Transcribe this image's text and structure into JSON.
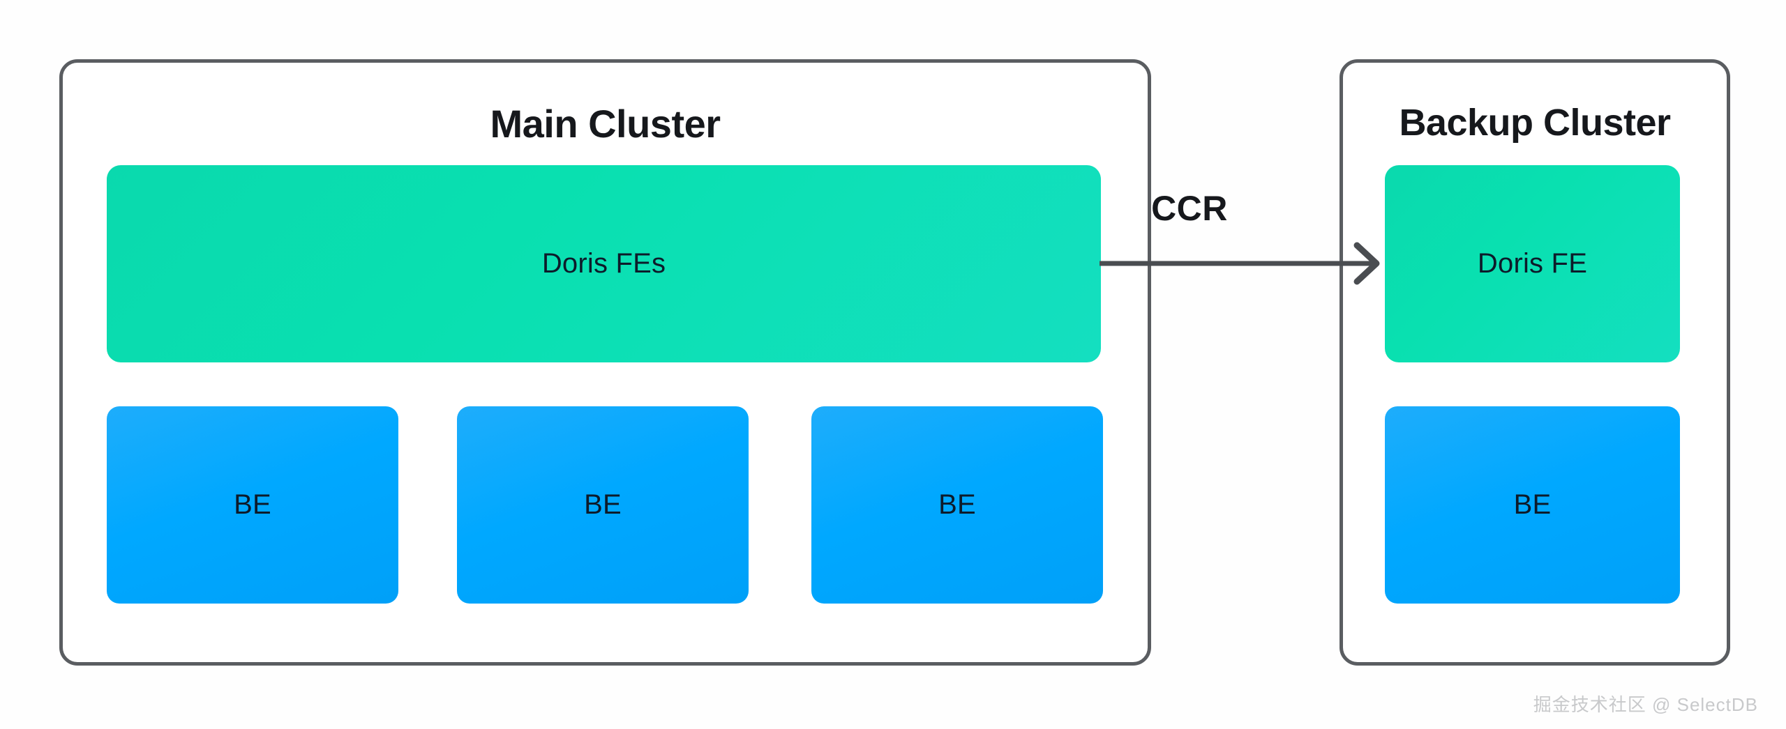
{
  "diagram": {
    "title_main": "Main Cluster",
    "title_backup": "Backup Cluster",
    "connector_label": "CCR",
    "watermark": "掘金技术社区 @ SelectDB",
    "colors": {
      "frame_border": "#5a5d61",
      "fe_fill": "#0ad9ae",
      "be_fill": "#00a8ff",
      "text_dark": "#16181c",
      "node_text": "#0d1b2a",
      "arrow": "#4a4d51",
      "watermark": "#c8c9cb"
    }
  },
  "main_cluster": {
    "title": "Main Cluster",
    "fe": {
      "label": "Doris FEs"
    },
    "be_nodes": [
      {
        "label": "BE"
      },
      {
        "label": "BE"
      },
      {
        "label": "BE"
      }
    ]
  },
  "backup_cluster": {
    "title": "Backup Cluster",
    "fe": {
      "label": "Doris FE"
    },
    "be_nodes": [
      {
        "label": "BE"
      }
    ]
  },
  "connector": {
    "label": "CCR",
    "direction": "main-to-backup"
  }
}
